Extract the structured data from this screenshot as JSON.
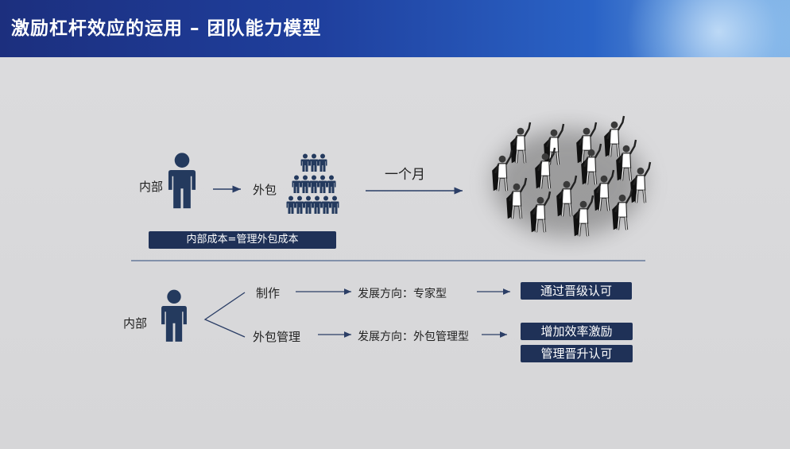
{
  "title": "激励杠杆效应的运用 – 团队能力模型",
  "top": {
    "internal_label": "内部",
    "outsource_label": "外包",
    "month_label": "一个月",
    "cost_box": "内部成本=管理外包成本"
  },
  "bottom": {
    "internal_label": "内部",
    "branch1": {
      "label": "制作",
      "direction": "发展方向：专家型",
      "result": "通过晋级认可"
    },
    "branch2": {
      "label": "外包管理",
      "direction": "发展方向：外包管理型",
      "results": [
        "增加效率激励",
        "管理晋升认可"
      ]
    }
  },
  "colors": {
    "navy": "#1f3157",
    "person": "#243a5e",
    "header": "#1f3f9d"
  }
}
